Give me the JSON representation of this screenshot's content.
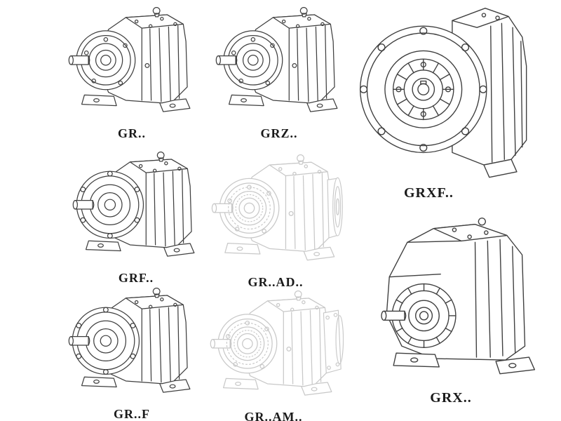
{
  "page": {
    "background": "#ffffff",
    "line_color": "#3f3f3f",
    "ghost_line_color": "#c8c8c8",
    "description": "Gear reducer series catalog line drawings"
  },
  "catalog": {
    "items": [
      {
        "code": "GR..",
        "variant": "helical-foot",
        "ghost": false
      },
      {
        "code": "GRZ..",
        "variant": "helical-foot",
        "ghost": false
      },
      {
        "code": "GRXF..",
        "variant": "flange-front",
        "ghost": false
      },
      {
        "code": "GRF..",
        "variant": "helical-flange",
        "ghost": false
      },
      {
        "code": "GR..AD..",
        "variant": "helical-input-adapter",
        "ghost": true
      },
      {
        "code": "GRX..",
        "variant": "foot-mounted-large",
        "ghost": false
      },
      {
        "code": "GR..F",
        "variant": "helical-flange",
        "ghost": false
      },
      {
        "code": "GR..AM..",
        "variant": "helical-motor-adapter",
        "ghost": true
      }
    ]
  }
}
